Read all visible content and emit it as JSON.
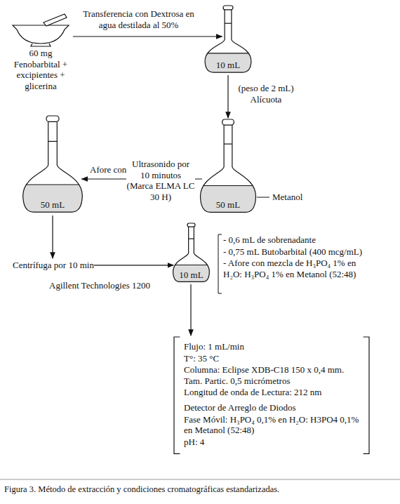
{
  "diagram": {
    "caption": "Figura 3. Método de extracción y condiciones cromatográficas estandarizadas.",
    "nodes": [
      {
        "text": [
          "60 mg Fenobarbital + excipientes + glicerina"
        ]
      },
      {
        "text": [
          "10 mL"
        ]
      },
      {
        "text": [
          "50 mL"
        ]
      },
      {
        "text": [
          "50 mL"
        ]
      },
      {
        "text": [
          "Centrífuga por 10 min"
        ]
      },
      {
        "text": [
          "10 mL"
        ]
      },
      {
        "text": [
          "Flujo: 1 mL/min",
          "T°: 35 °C",
          "Columna: Eclipse XDB-C18 150 x 0,4 mm. Tam. Partic. 0,5 micrómetros",
          "Longitud de onda  de Lectura: 212 nm",
          "Detector de Arreglo de Diodos",
          "Fase Móvil: H₃PO₄ 0,1% en H₂O: H3PO4 0,1% en Metanol (52:48)",
          "pH: 4"
        ]
      }
    ],
    "edges": [
      {
        "from": 0,
        "to": 1,
        "label": "Transferencia con Dextrosa en agua destilada al 50%",
        "arrow": "to"
      },
      {
        "from": 1,
        "to": 2,
        "label": "(peso de 2 mL) Alícuota",
        "arrow": "to"
      },
      {
        "from": 2,
        "to": 3,
        "label": "Ultrasonido por 10 minutos (Marca ELMA LC 30 H)",
        "arrow": "to"
      },
      {
        "from": 3,
        "to": 4,
        "arrow": "to"
      },
      {
        "from": 4,
        "to": 5,
        "arrow": "to"
      },
      {
        "from": 5,
        "to": 6,
        "arrow": "to"
      }
    ],
    "labels": [
      "Afore con Metanol",
      "Metanol",
      "- 0,6 mL de sobrenadante",
      "- 0,75 mL Butobarbital (400 mcg/mL)",
      "- Afore con mezcla de H₃PO₄ 1% en H₂O: H₃PO₄ 1% en Metanol (52:48)",
      "Agillent Technologies 1200"
    ]
  }
}
